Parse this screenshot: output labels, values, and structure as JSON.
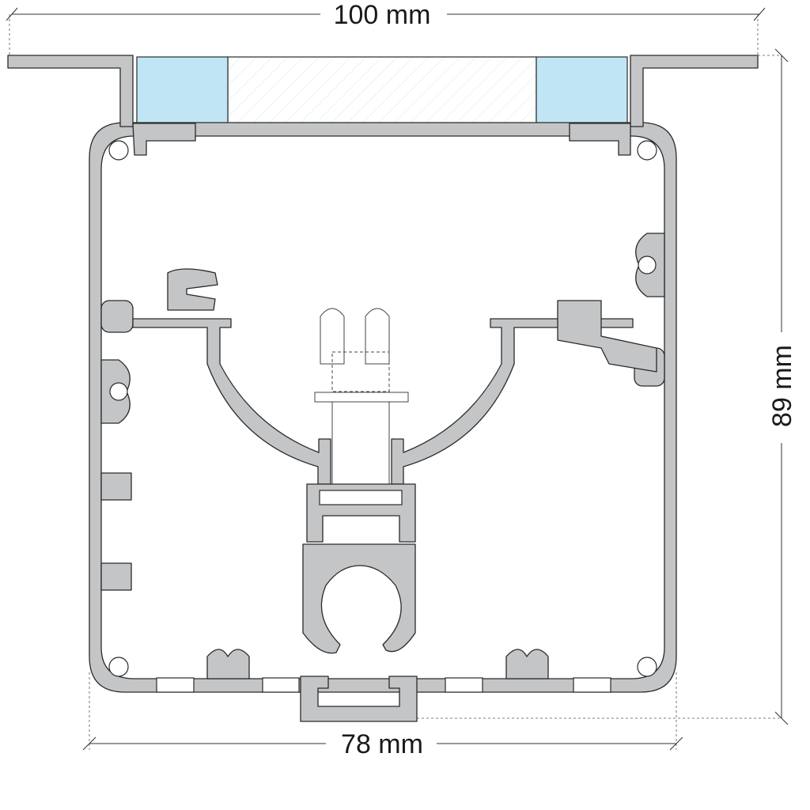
{
  "dimensions": {
    "width_top": "100 mm",
    "height": "89 mm",
    "width_bottom": "78 mm"
  },
  "colors": {
    "profile": "#c4c5c7",
    "diffuser_edge": "#c0e6f5",
    "outline": "#2a2a2a"
  }
}
